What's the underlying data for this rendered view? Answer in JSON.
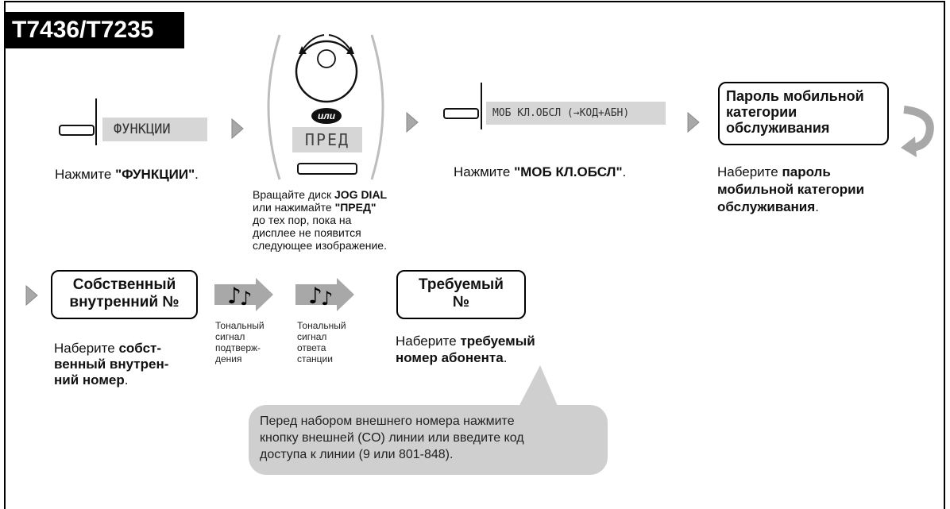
{
  "header": {
    "model": "T7436/T7235"
  },
  "step1": {
    "display": "ФУНКЦИИ",
    "caption_prefix": "Нажмите ",
    "caption_bold": "\"ФУНКЦИИ\"",
    "caption_suffix": "."
  },
  "step2": {
    "or_label": "или",
    "display": "ПРЕД",
    "cap1_prefix": "Вращайте диск ",
    "cap1_bold": "JOG DIAL",
    "cap2_prefix": "или нажимайте ",
    "cap2_bold": "\"ПРЕД\"",
    "cap3": "до тех пор, пока на",
    "cap4": "дисплее не появится",
    "cap5": "следующее изображение."
  },
  "step3": {
    "display": "МОБ КЛ.ОБСЛ (→КОД+АБН)",
    "caption_prefix": "Нажмите ",
    "caption_bold": "\"МОБ КЛ.ОБСЛ\"",
    "caption_suffix": "."
  },
  "step4": {
    "box_line1": "Пароль мобильной",
    "box_line2": "категории",
    "box_line3": "обслуживания",
    "cap_prefix": "Наберите ",
    "cap_bold1": "пароль",
    "cap_bold2": "мобильной категории",
    "cap_bold3": "обслуживания",
    "cap_suffix": "."
  },
  "step5": {
    "box_line1": "Собственный",
    "box_line2": "внутренний №",
    "cap_prefix": "Наберите ",
    "cap_bold1": "собст-",
    "cap_bold2": "венный внутрен-",
    "cap_bold3": "ний номер",
    "cap_suffix": "."
  },
  "tone1": {
    "l1": "Тональный",
    "l2": "сигнал",
    "l3": "подтверж-",
    "l4": "дения"
  },
  "tone2": {
    "l1": "Тональный",
    "l2": "сигнал",
    "l3": "ответа",
    "l4": "станции"
  },
  "step6": {
    "box_line1": "Требуемый",
    "box_line2": "№",
    "cap_prefix": "Наберите ",
    "cap_bold1": "требуемый",
    "cap_bold2": "номер абонента",
    "cap_suffix": "."
  },
  "note": {
    "l1": "Перед набором внешнего номера нажмите",
    "l2": "кнопку внешней (CO) линии или введите код",
    "l3": "доступа к линии (9 или 801-848)."
  },
  "colors": {
    "arrow_gray": "#a8a8a8",
    "display_gray": "#d6d6d6",
    "bubble_gray": "#cfcfcf"
  }
}
